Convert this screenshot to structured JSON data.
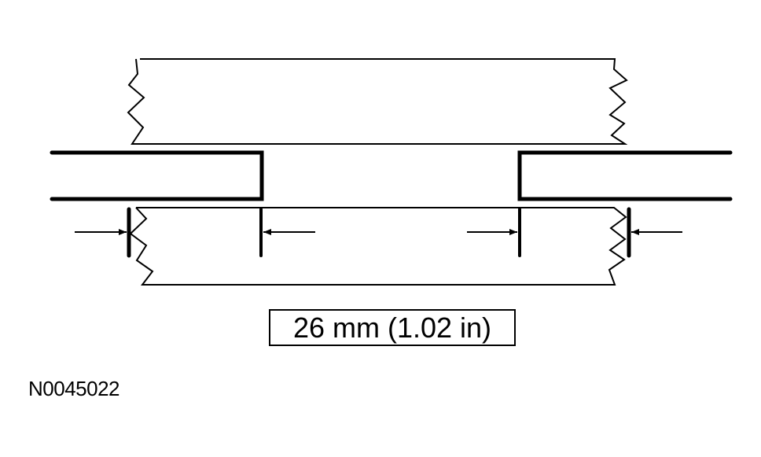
{
  "diagram": {
    "type": "technical-measurement-illustration",
    "colors": {
      "line": "#000000",
      "background": "#ffffff"
    },
    "parts": {
      "upper_component": "broken-edge rectangular part above the plates",
      "left_plate": "thick-outlined plate with open left end",
      "right_plate": "thick-outlined plate with open right end",
      "lower_component": "broken-edge rectangular part below the plates"
    },
    "measurement": {
      "label": "26 mm (1.02 in)",
      "value_mm": 26,
      "value_in": 1.02,
      "indicators": [
        {
          "side": "left",
          "description": "arrow pointing right to edge marker"
        },
        {
          "side": "left-inner",
          "description": "arrow pointing left to edge marker"
        },
        {
          "side": "right-inner",
          "description": "arrow pointing right to edge marker"
        },
        {
          "side": "right",
          "description": "arrow pointing left to edge marker"
        }
      ]
    },
    "figure_id": "N0045022"
  }
}
